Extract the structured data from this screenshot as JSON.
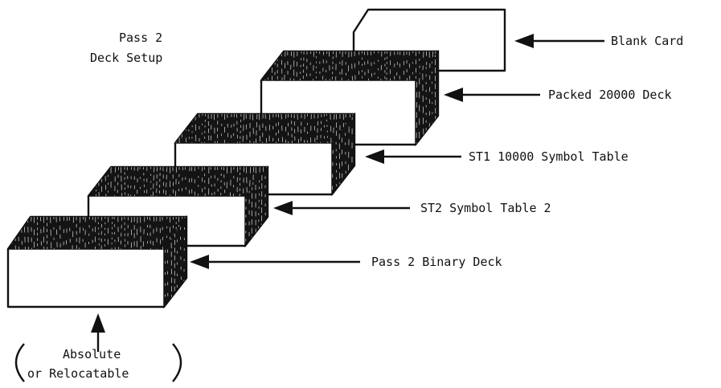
{
  "title_lines": [
    "Pass 2",
    "Deck Setup"
  ],
  "labels": {
    "blank_card": "Blank Card",
    "packed_deck": "Packed 20000 Deck",
    "st1": "ST1 10000 Symbol Table",
    "st2": "ST2 Symbol Table 2",
    "pass2_binary": "Pass 2 Binary Deck"
  },
  "note_lines": [
    "Absolute",
    "or Relocatable"
  ]
}
